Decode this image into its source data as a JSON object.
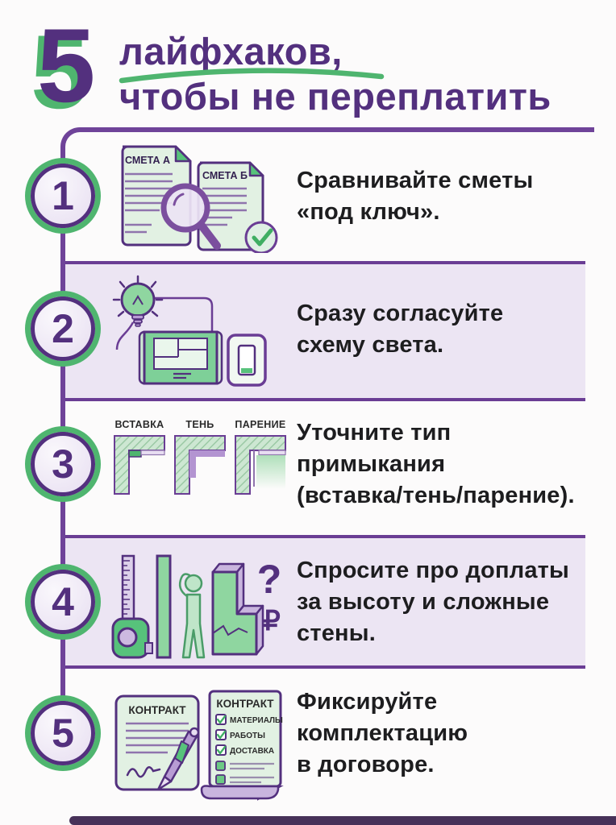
{
  "header": {
    "big_number": "5",
    "title_line1": "лайфхаков,",
    "title_line2": "чтобы не переплатить"
  },
  "steps": [
    {
      "number": "1",
      "text": "Сравнивайте сметы\n«под ключ».",
      "icon": {
        "name": "compare-estimates-icon",
        "doc_a_label": "СМЕТА А",
        "doc_b_label": "СМЕТА Б"
      }
    },
    {
      "number": "2",
      "text": "Сразу согласуйте\nсхему света.",
      "icon": {
        "name": "light-scheme-icon"
      }
    },
    {
      "number": "3",
      "text": "Уточните тип\nпримыкания\n(вставка/тень/парение).",
      "icon": {
        "name": "joint-types-icon",
        "labels": [
          "ВСТАВКА",
          "ТЕНЬ",
          "ПАРЕНИЕ"
        ]
      }
    },
    {
      "number": "4",
      "text": "Спросите про доплаты\nза высоту и сложные\nстены.",
      "icon": {
        "name": "surcharges-icon",
        "question_mark": "?",
        "currency": "₽"
      }
    },
    {
      "number": "5",
      "text": "Фиксируйте\nкомплектацию\nв договоре.",
      "icon": {
        "name": "contract-icon",
        "doc1_title": "КОНТРАКТ",
        "doc2_title": "КОНТРАКТ",
        "checklist": [
          "МАТЕРИАЛЫ",
          "РАБОТЫ",
          "ДОСТАВКА"
        ]
      }
    }
  ],
  "colors": {
    "purple_dark": "#53307e",
    "purple_line": "#6f4399",
    "green": "#4fb56f",
    "panel_bg": "#ece5f3",
    "panel_border": "#6a3d94",
    "text": "#1d1d1f",
    "footer_bar": "#473159"
  }
}
